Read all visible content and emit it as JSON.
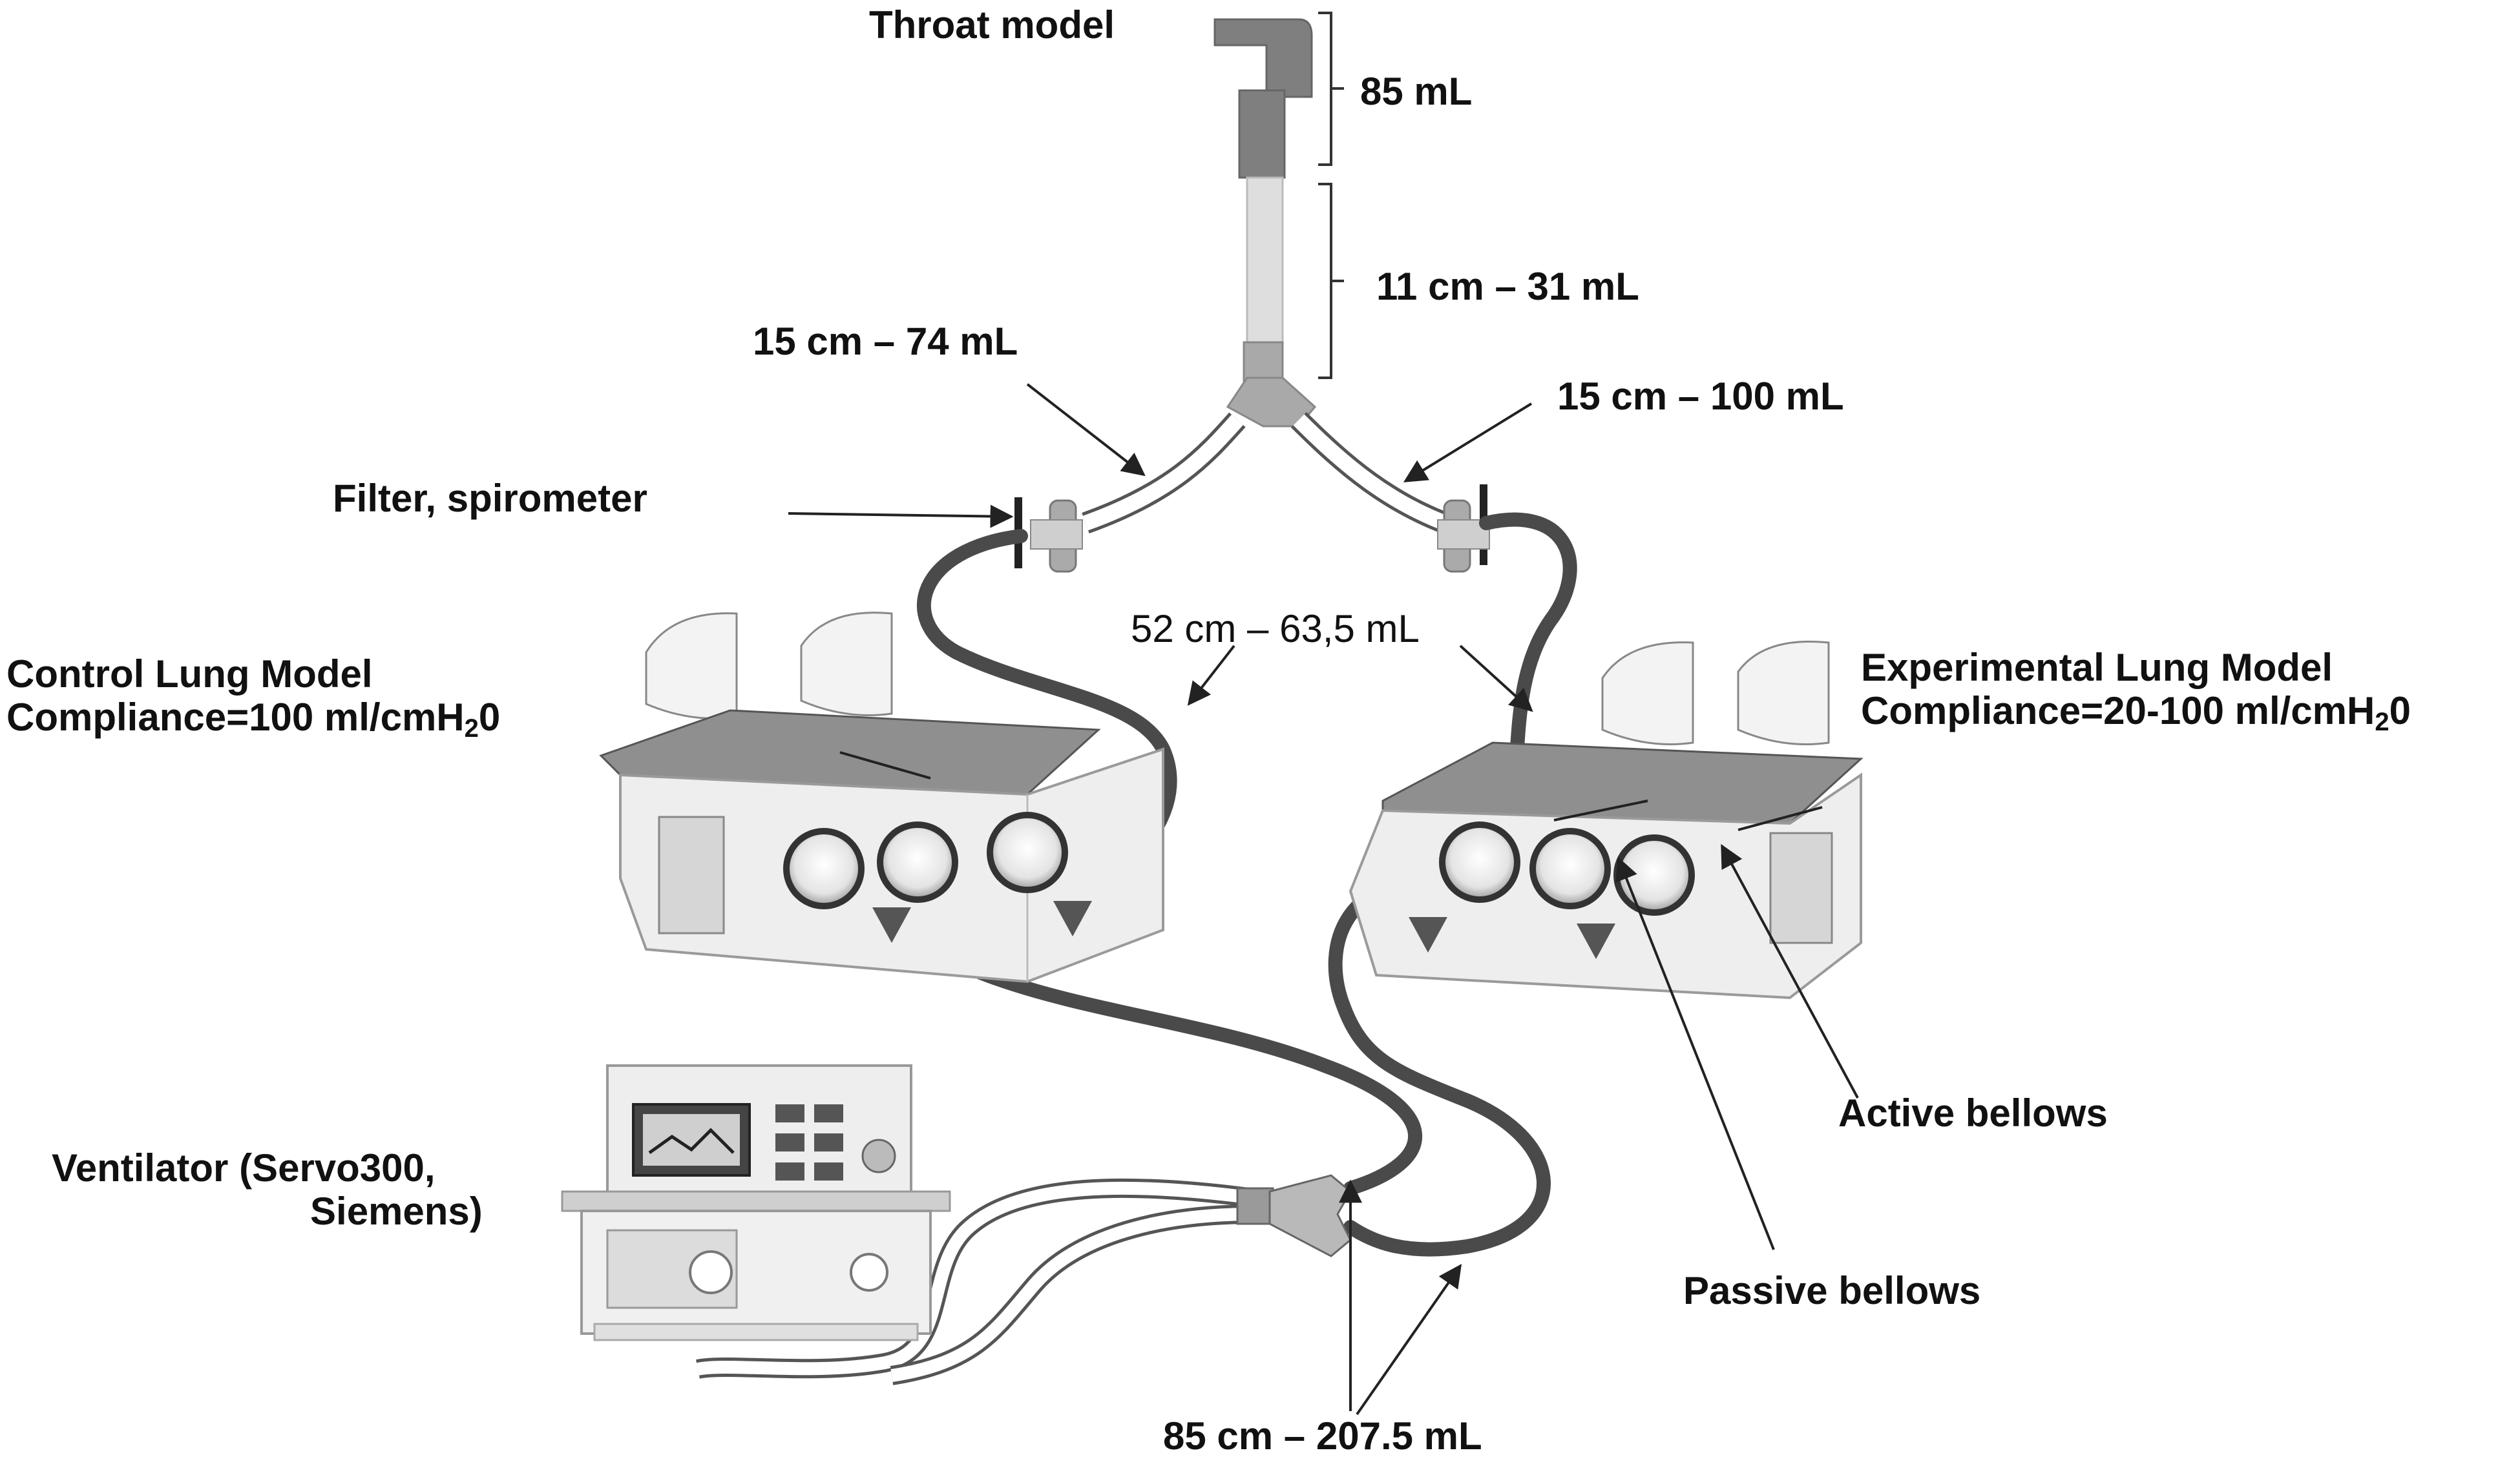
{
  "labels": {
    "throat_model": "Throat model",
    "vol_85": "85 mL",
    "tube_11cm": "11 cm – 31 mL",
    "tube_15cm_left": "15 cm – 74 mL",
    "tube_15cm_right": "15 cm – 100 mL",
    "filter_spirometer": "Filter, spirometer",
    "tube_52cm": "52 cm – 63,5 mL",
    "control_title": "Control Lung Model",
    "control_compliance_pre": "Compliance=100 ml/cmH",
    "control_compliance_sub": "2",
    "control_compliance_post": "0",
    "experimental_title": "Experimental Lung Model",
    "experimental_compliance_pre": "Compliance=20-100 ml/cmH",
    "experimental_compliance_sub": "2",
    "experimental_compliance_post": "0",
    "ventilator_line1": "Ventilator (Servo300,",
    "ventilator_line2": "Siemens)",
    "active_bellows": "Active bellows",
    "passive_bellows": "Passive bellows",
    "tube_85cm": "85 cm – 207.5 mL"
  },
  "colors": {
    "text": "#111111",
    "tubing_dark": "#4a4a4a",
    "tubing_light": "#d9d9d9",
    "throat_model": "#7f7f7f",
    "device_body": "#eeeeee",
    "device_outline": "#9a9a9a"
  }
}
